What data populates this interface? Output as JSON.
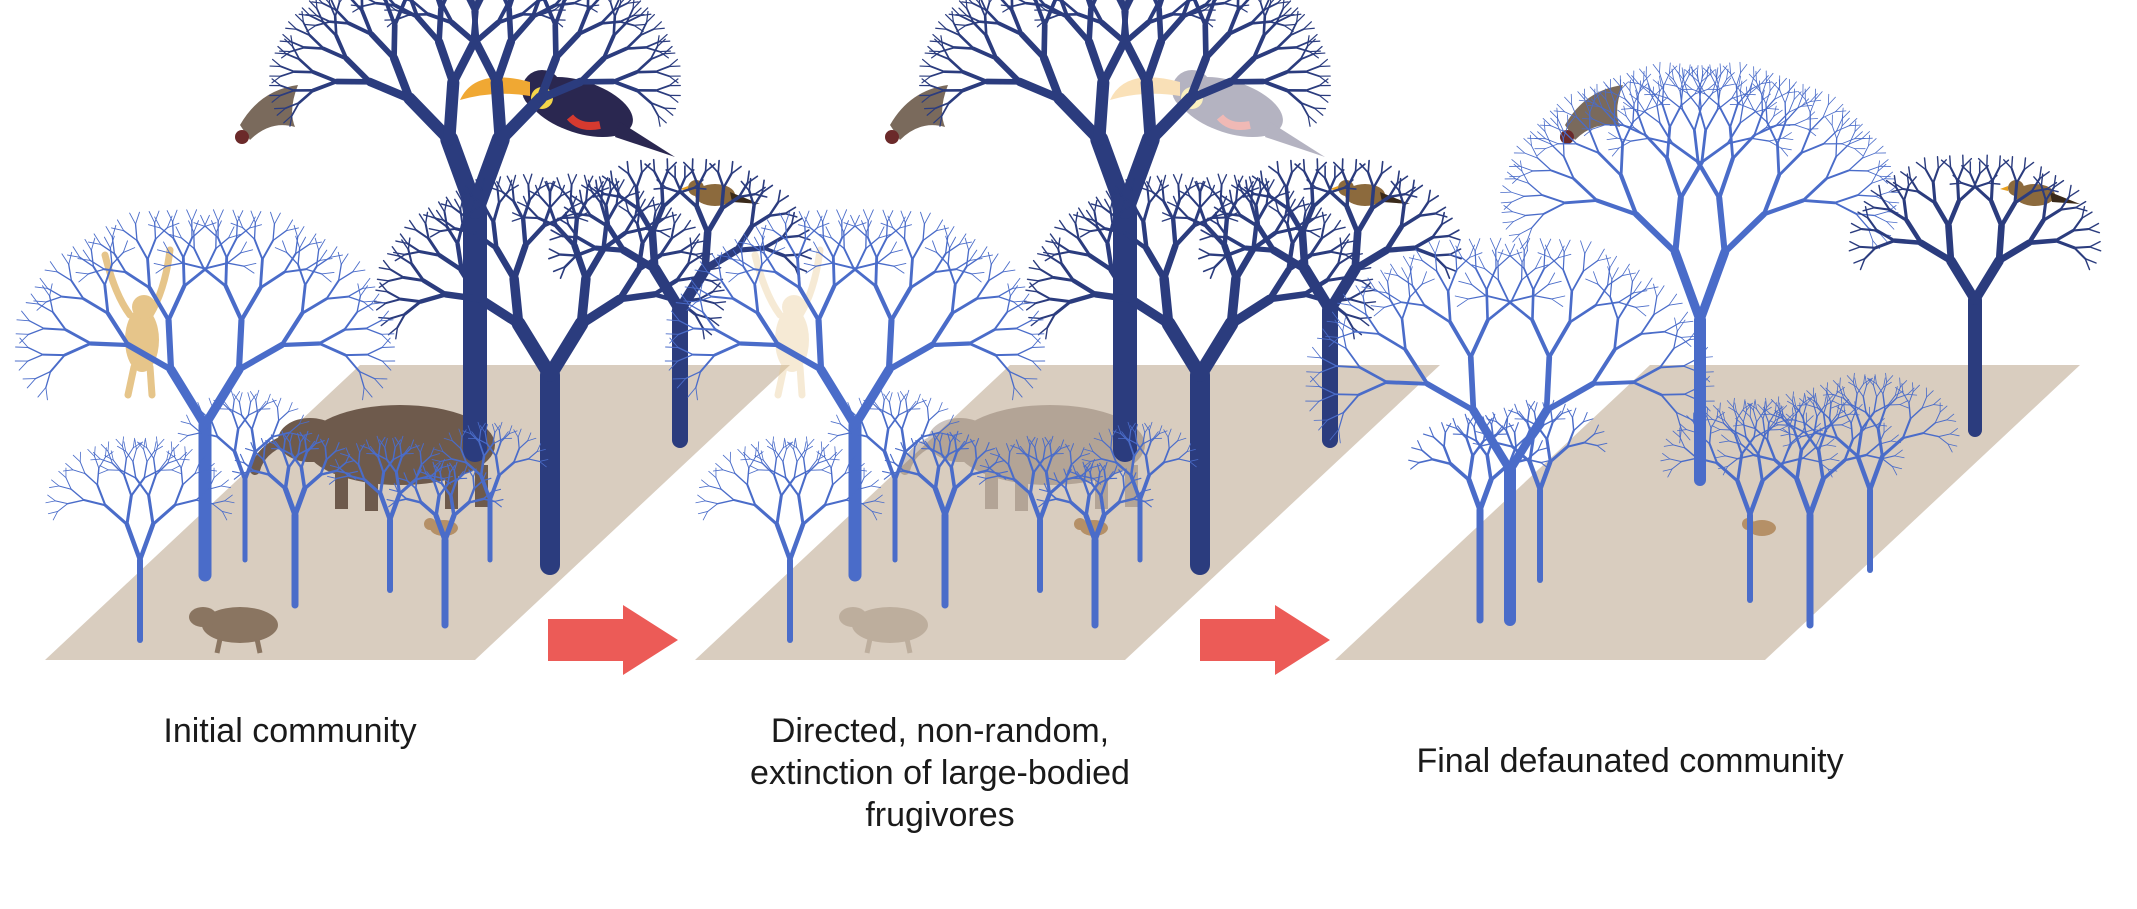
{
  "panels": [
    {
      "caption": "Initial community",
      "fauna_opacity": 1.0
    },
    {
      "caption": "Directed, non-random,\nextinction of large-bodied\nfrugivores",
      "fauna_opacity": 0.35
    },
    {
      "caption": "Final defaunated community",
      "fauna_opacity": 0.0
    }
  ],
  "colors": {
    "ground": "#d9cdbf",
    "trunk_large": "#2b3c7e",
    "trunk_small": "#4a6cc9",
    "foliage": "#5b7fd8",
    "arrow": "#ec5b57",
    "primate": "#e6c58a",
    "tapir": "#6e5a4c",
    "rodent": "#8a7561",
    "toucan_body": "#2a2750",
    "toucan_bill": "#f0a833",
    "bat": "#7a6a5c",
    "songbird": "#8c6a3d"
  },
  "icons": [
    "toucan-icon",
    "bat-icon",
    "primate-icon",
    "tapir-icon",
    "rodent-icon",
    "small-bird-icon",
    "arrow-icon"
  ]
}
